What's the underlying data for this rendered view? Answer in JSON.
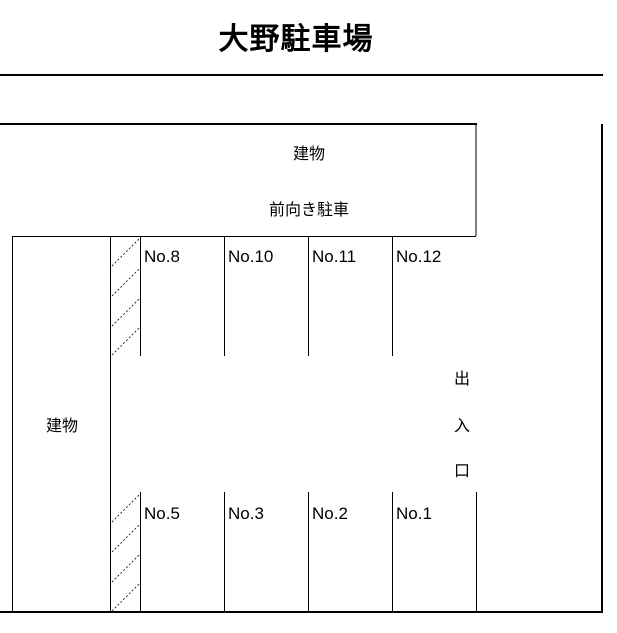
{
  "title": "大野駐車場",
  "top_building": {
    "label": "建物",
    "note": "前向き駐車"
  },
  "left_building": {
    "label": "建物"
  },
  "entrance": [
    "出",
    "入",
    "口"
  ],
  "top_stalls": [
    "No.8",
    "No.10",
    "No.11",
    "No.12"
  ],
  "bottom_stalls": [
    "No.5",
    "No.3",
    "No.2",
    "No.1"
  ]
}
